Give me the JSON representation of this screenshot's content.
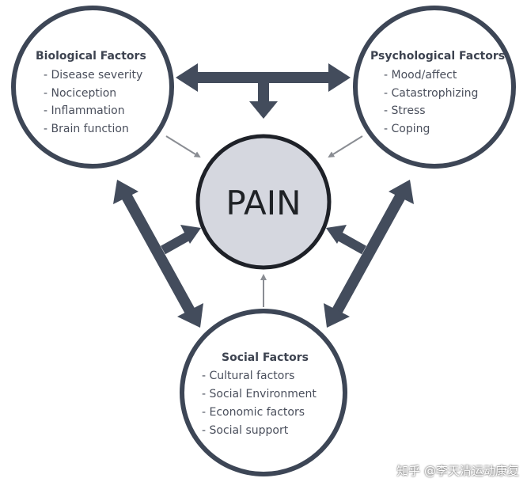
{
  "center": {
    "label": "PAIN"
  },
  "biological": {
    "title": "Biological Factors",
    "items": [
      "- Disease severity",
      "- Nociception",
      "- Inflammation",
      "- Brain function"
    ]
  },
  "psychological": {
    "title": "Psychological Factors",
    "items": [
      "-  Mood/affect",
      "-  Catastrophizing",
      "-  Stress",
      "-  Coping"
    ]
  },
  "social": {
    "title": "Social Factors",
    "items": [
      "- Cultural factors",
      "- Social Environment",
      "- Economic factors",
      "- Social support"
    ]
  },
  "watermark": "知乎 @李天清运动康复",
  "colors": {
    "circle_stroke": "#3d4656",
    "arrow_dark": "#434c5c",
    "arrow_light": "#8a8d93",
    "pain_fill": "#d5d7df"
  }
}
